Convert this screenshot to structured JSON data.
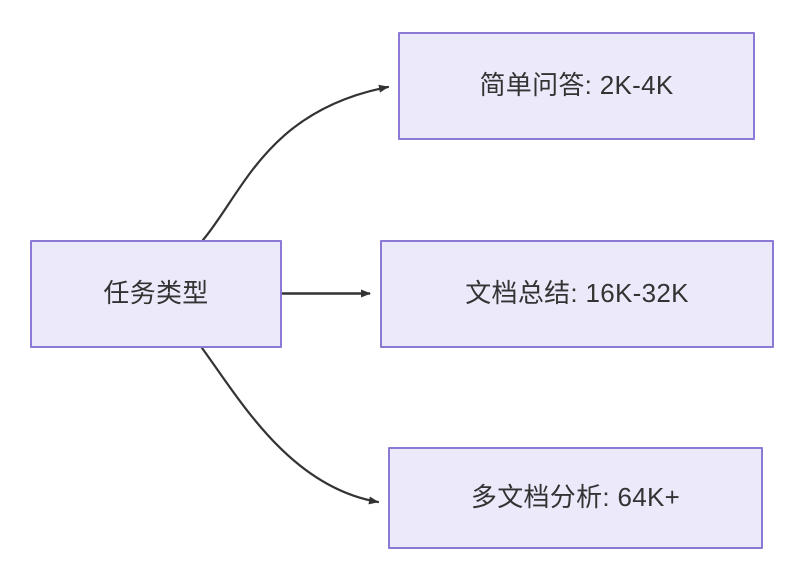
{
  "diagram": {
    "type": "flowchart",
    "direction": "left-to-right",
    "background_color": "#ffffff",
    "node_fill_color": "#ECEAFA",
    "node_border_color": "#8C79D6",
    "node_text_color": "#333333",
    "edge_color": "#333333",
    "nodes": [
      {
        "id": "root",
        "label": "任务类型"
      },
      {
        "id": "simple-qa",
        "label": "简单问答: 2K-4K"
      },
      {
        "id": "doc-summary",
        "label": "文档总结: 16K-32K"
      },
      {
        "id": "multi-doc",
        "label": "多文档分析: 64K+"
      }
    ],
    "edges": [
      {
        "id": "edge-root-to-simple-qa",
        "from": "root",
        "to": "simple-qa",
        "label": "",
        "style": "curved"
      },
      {
        "id": "edge-root-to-doc-summary",
        "from": "root",
        "to": "doc-summary",
        "label": "",
        "style": "straight"
      },
      {
        "id": "edge-root-to-multi-doc",
        "from": "root",
        "to": "multi-doc",
        "label": "",
        "style": "curved"
      }
    ]
  }
}
